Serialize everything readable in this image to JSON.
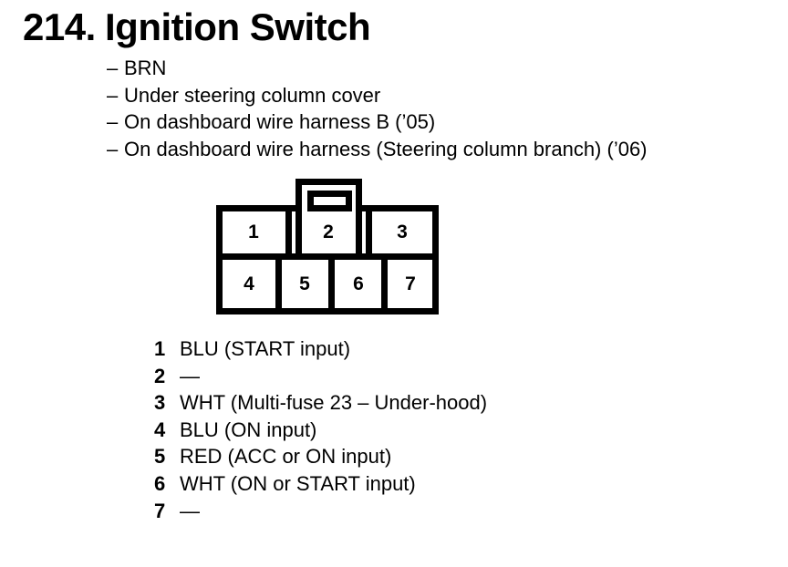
{
  "page": {
    "background_color": "#ffffff",
    "ink_color": "#000000"
  },
  "title": {
    "number": "214.",
    "text": "Ignition Switch"
  },
  "notes": {
    "dash": "–",
    "items": [
      "BRN",
      "Under steering column cover",
      "On dashboard wire harness B (’05)",
      "On dashboard wire harness (Steering column branch) (’06)"
    ]
  },
  "connector": {
    "description": "7-cavity connector, front view, latch tab on top",
    "cells": [
      "1",
      "2",
      "3",
      "4",
      "5",
      "6",
      "7"
    ],
    "top_row": [
      "1",
      "2",
      "3"
    ],
    "bottom_row": [
      "4",
      "5",
      "6",
      "7"
    ]
  },
  "pins": [
    {
      "number": "1",
      "desc": "BLU (START input)"
    },
    {
      "number": "2",
      "desc": "—"
    },
    {
      "number": "3",
      "desc": "WHT (Multi-fuse 23 – Under-hood)"
    },
    {
      "number": "4",
      "desc": "BLU (ON input)"
    },
    {
      "number": "5",
      "desc": "RED (ACC or ON input)"
    },
    {
      "number": "6",
      "desc": "WHT (ON or START input)"
    },
    {
      "number": "7",
      "desc": "—"
    }
  ]
}
